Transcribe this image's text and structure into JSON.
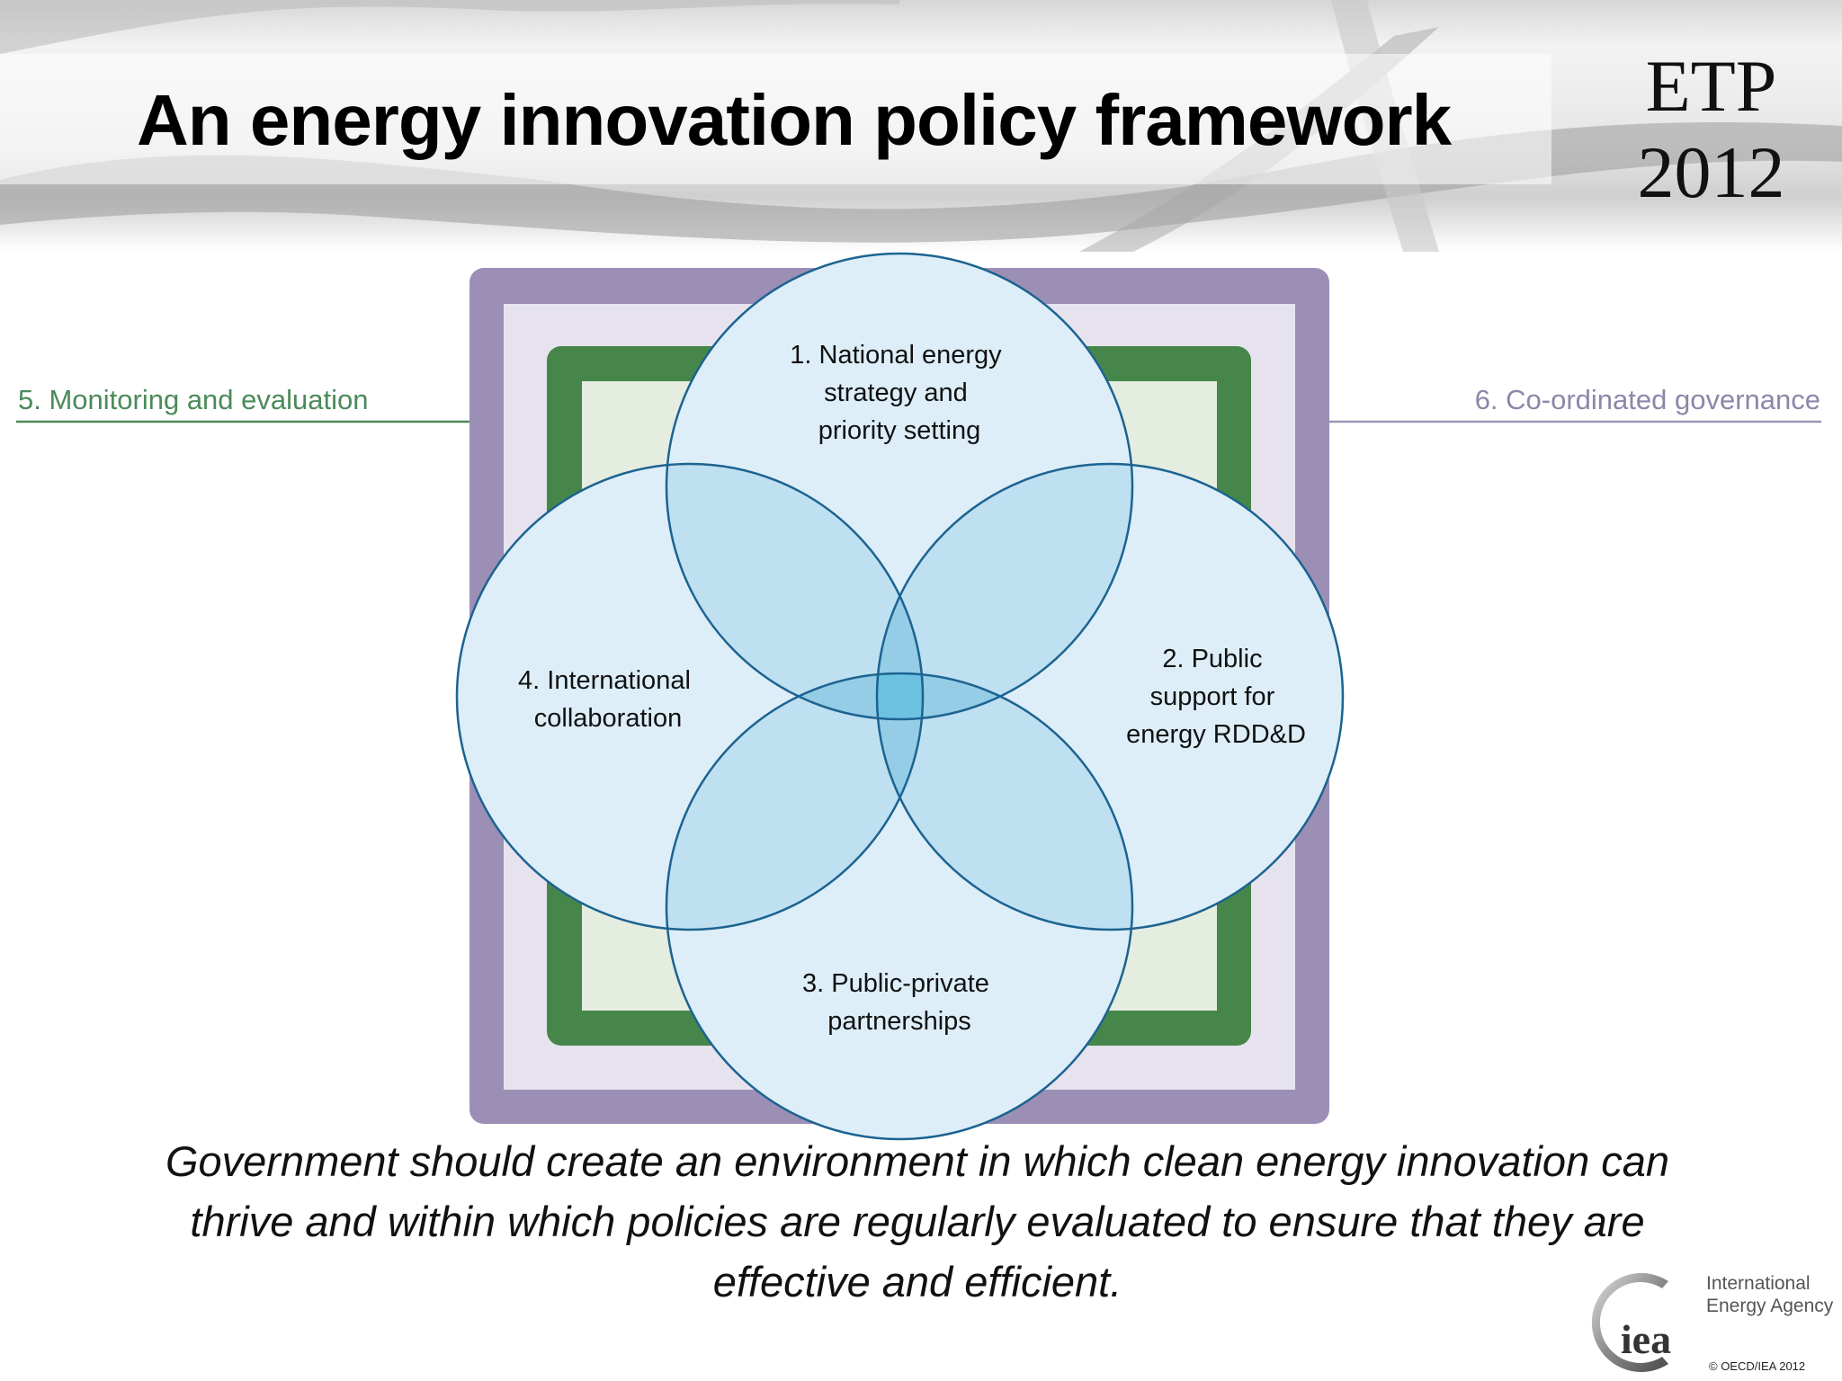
{
  "header": {
    "title": "An energy innovation policy framework",
    "badge_line1": "ETP",
    "badge_line2": "2012"
  },
  "diagram": {
    "circles": [
      {
        "id": 1,
        "lines": [
          "1. National energy",
          "strategy and",
          "priority setting"
        ]
      },
      {
        "id": 2,
        "lines": [
          "2. Public",
          "support for",
          "energy RDD&D"
        ]
      },
      {
        "id": 3,
        "lines": [
          "3. Public-private",
          "partnerships"
        ]
      },
      {
        "id": 4,
        "lines": [
          "4. International",
          "collaboration"
        ]
      }
    ],
    "outer_frames": {
      "left_label": "5. Monitoring and evaluation",
      "right_label": "6. Co-ordinated governance"
    },
    "colors": {
      "purple_frame": "#9c8fb6",
      "lavender_fill": "#e6e3ef",
      "green_frame": "#46864a",
      "light_green_fill": "#e4ede0",
      "circle_fill": "#ddeef8",
      "circle_stroke": "#1c6391",
      "overlap_2": "#bfe0f1",
      "overlap_3": "#95cde6",
      "overlap_4": "#6cc2e0",
      "left_label": "#4b8a5a",
      "right_label": "#8c87a8"
    }
  },
  "caption": {
    "line1": "Government should create an environment in which clean energy innovation can",
    "line2": "thrive and within which policies are regularly evaluated to ensure that they are",
    "line3": "effective and efficient."
  },
  "footer": {
    "logo_text": "iea",
    "org_line1": "International",
    "org_line2": "Energy Agency",
    "copyright": "© OECD/IEA 2012"
  }
}
